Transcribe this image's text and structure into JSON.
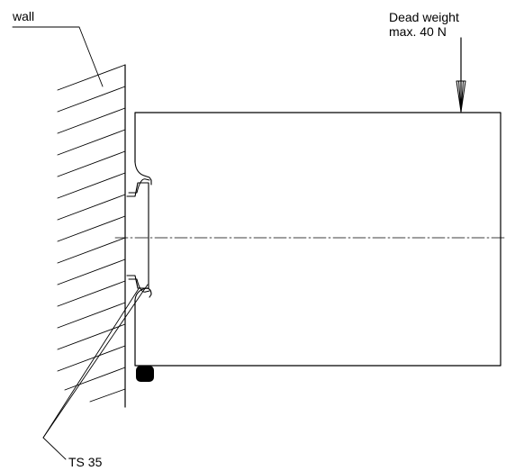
{
  "labels": {
    "wall": "wall",
    "dead_weight_title": "Dead weight",
    "dead_weight_max": "max. 40 N",
    "rail": "TS 35"
  },
  "colors": {
    "line": "#000000",
    "background": "#ffffff",
    "foot": "#000000"
  }
}
